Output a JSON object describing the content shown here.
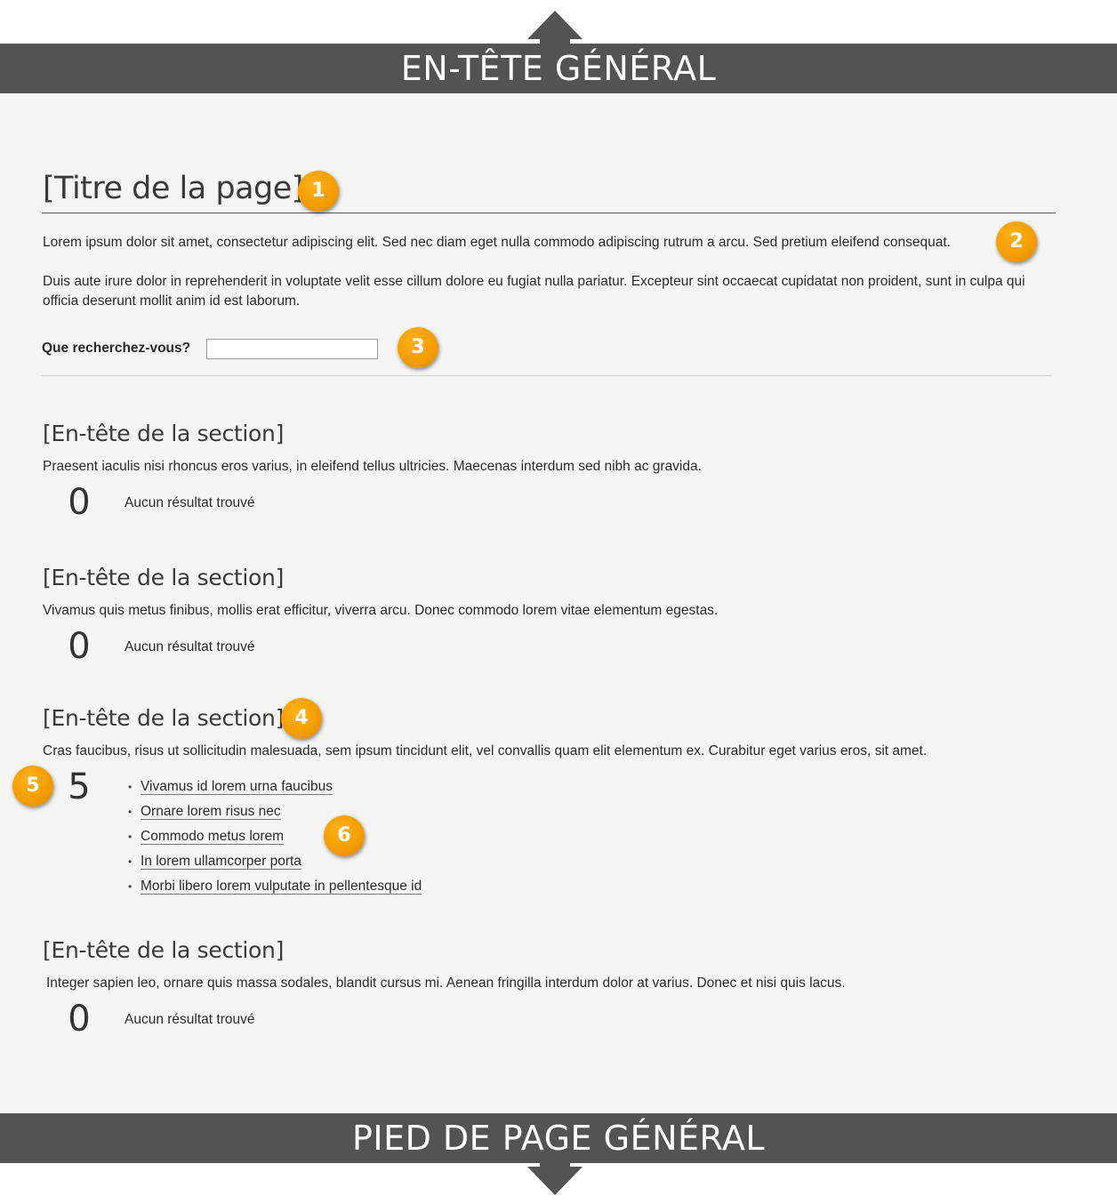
{
  "header_band": {
    "label": "EN-TÊTE GÉNÉRAL"
  },
  "footer_band": {
    "label": "PIED DE PAGE GÉNÉRAL"
  },
  "icons": {
    "up": "arrow-up-icon",
    "down": "arrow-down-icon"
  },
  "colors": {
    "band": "#535353",
    "badge": "#f39c00",
    "canvas": "#f5f5f5"
  },
  "page": {
    "title": "[Titre de la page]",
    "intro_1": "Lorem ipsum dolor sit amet, consectetur adipiscing elit. Sed nec diam eget nulla commodo adipiscing rutrum a arcu. Sed pretium eleifend consequat.",
    "intro_2": "Duis aute irure dolor in reprehenderit in voluptate velit esse cillum dolore eu fugiat nulla pariatur. Excepteur sint occaecat cupidatat non proident, sunt in culpa qui officia deserunt mollit anim id est laborum."
  },
  "search": {
    "label": "Que recherchez-vous?",
    "value": "",
    "placeholder": ""
  },
  "sections": [
    {
      "title": "[En-tête de la section]",
      "description": "Praesent iaculis nisi rhoncus eros varius, in eleifend tellus ultricies. Maecenas interdum sed nibh ac gravida.",
      "count": "0",
      "no_result": "Aucun résultat trouvé"
    },
    {
      "title": "[En-tête de la section]",
      "description": "Vivamus quis metus finibus, mollis erat efficitur, viverra arcu. Donec commodo lorem vitae elementum egestas.",
      "count": "0",
      "no_result": "Aucun résultat trouvé"
    },
    {
      "title": "[En-tête de la section]",
      "description": "Cras faucibus, risus ut sollicitudin malesuada, sem ipsum tincidunt elit, vel convallis quam elit elementum ex. Curabitur eget varius eros, sit amet.",
      "count": "5",
      "results": [
        "Vivamus id lorem urna faucibus",
        "Ornare lorem risus nec",
        "Commodo metus lorem",
        "In lorem ullamcorper porta",
        "Morbi libero lorem vulputate in pellentesque id"
      ]
    },
    {
      "title": "[En-tête de la section]",
      "description": "Integer sapien leo, ornare quis massa sodales, blandit cursus mi. Aenean fringilla interdum dolor at varius. Donec et nisi quis lacus.",
      "count": "0",
      "no_result": "Aucun résultat trouvé"
    }
  ],
  "badges": [
    "1",
    "2",
    "3",
    "4",
    "5",
    "6"
  ]
}
